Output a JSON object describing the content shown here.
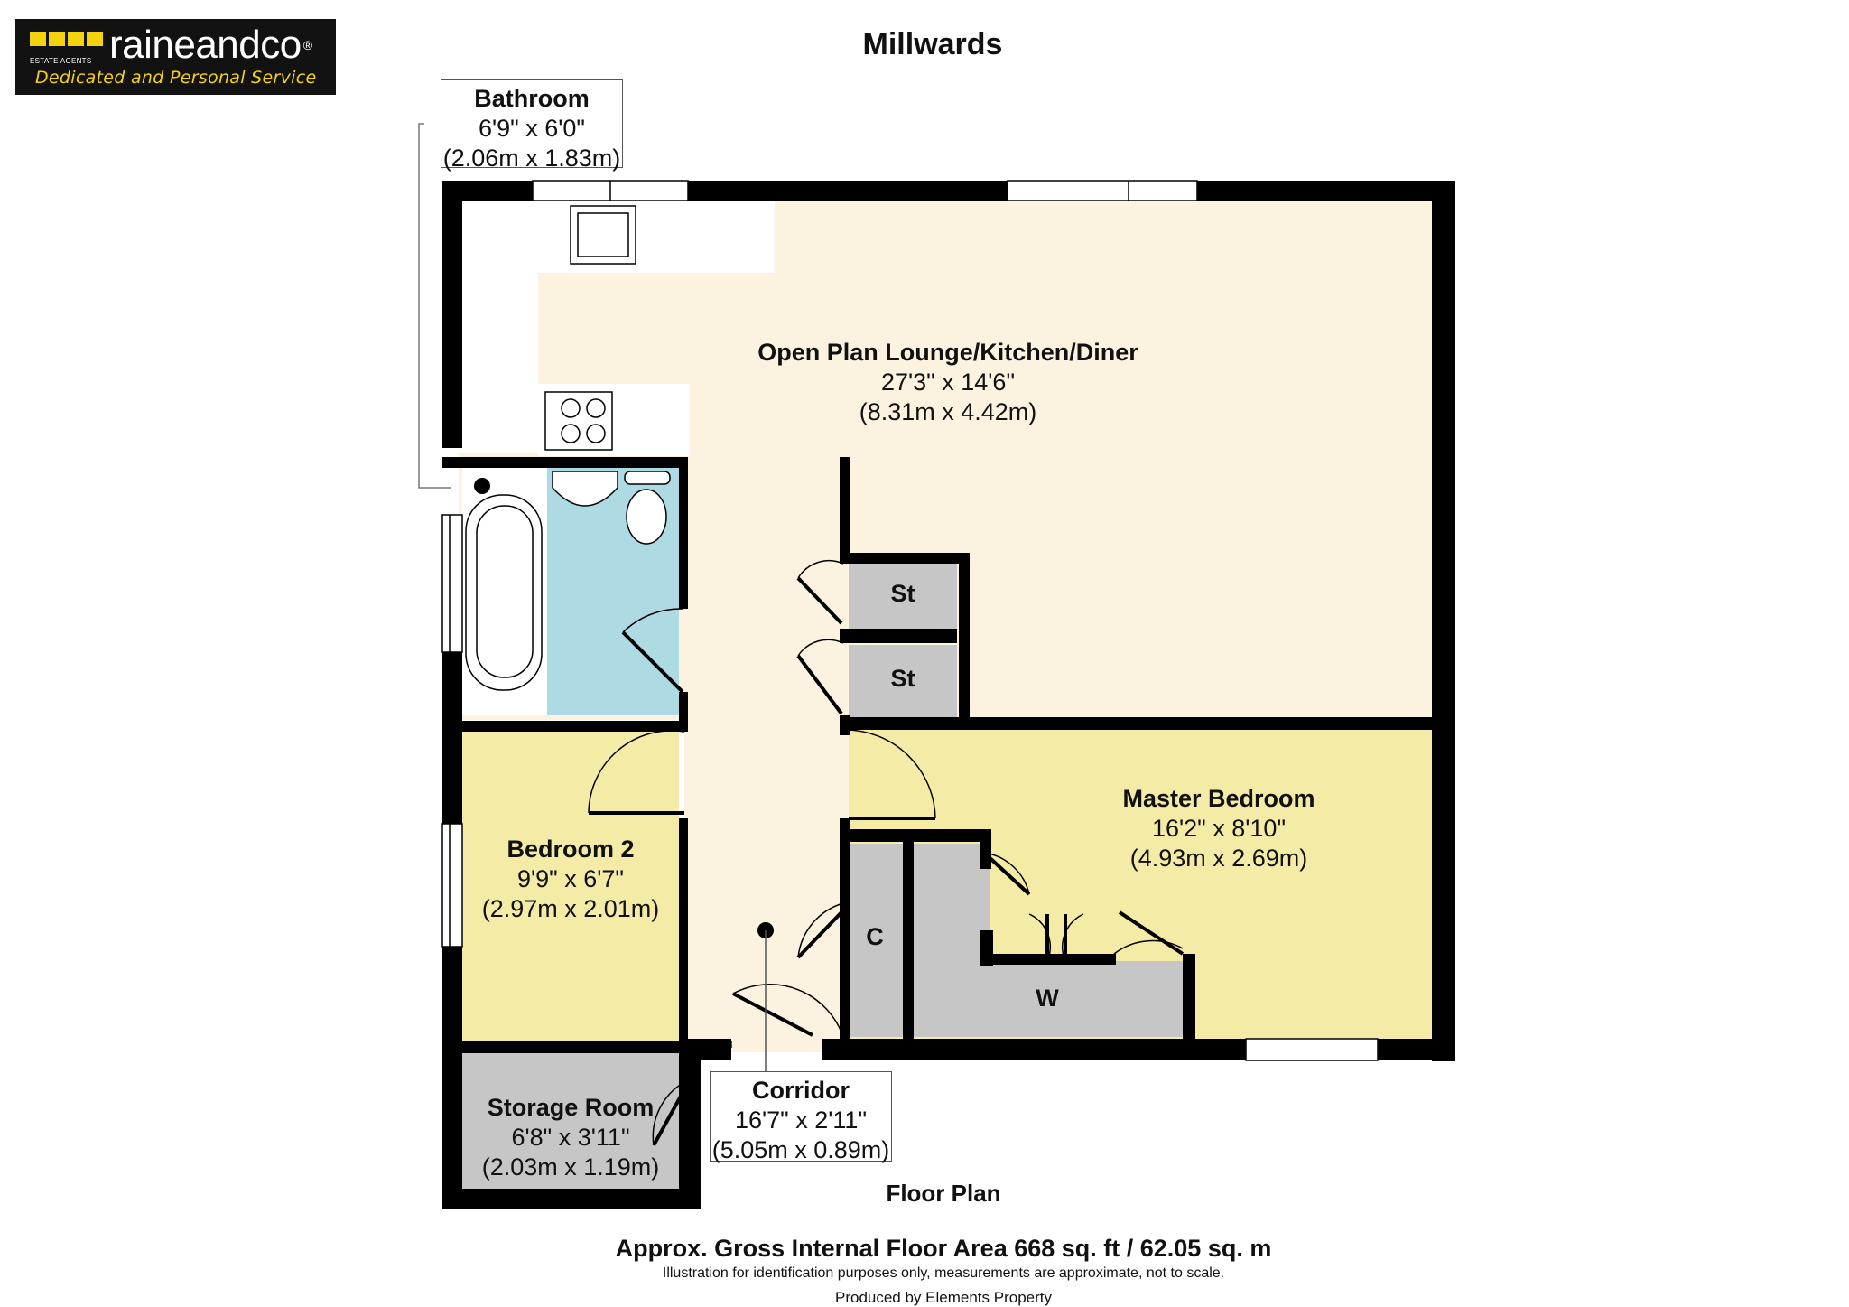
{
  "brand": {
    "name": "raineandco",
    "registered_mark": "®",
    "small_caption": "ESTATE AGENTS",
    "tagline": "Dedicated and Personal Service",
    "accent_color": "#f4d20c",
    "background_color": "#121212"
  },
  "title": "Millwards",
  "plan_label": "Floor Plan",
  "footer": {
    "area": "Approx. Gross Internal Floor Area 668 sq. ft / 62.05 sq. m",
    "disclaimer": "Illustration for identification purposes only, measurements are approximate, not to scale.",
    "producer": "Produced by Elements Property"
  },
  "rooms": {
    "bathroom": {
      "name": "Bathroom",
      "imperial": "6'9\" x 6'0\"",
      "metric": "(2.06m x 1.83m)",
      "color": "#aedbe3"
    },
    "lounge": {
      "name": "Open Plan Lounge/Kitchen/Diner",
      "imperial": "27'3\" x 14'6\"",
      "metric": "(8.31m x 4.42m)",
      "color": "#fbf3e0"
    },
    "master_bedroom": {
      "name": "Master Bedroom",
      "imperial": "16'2\" x 8'10\"",
      "metric": "(4.93m x 2.69m)",
      "color": "#f4eca6"
    },
    "bedroom2": {
      "name": "Bedroom 2",
      "imperial": "9'9\" x 6'7\"",
      "metric": "(2.97m x 2.01m)",
      "color": "#f4eca6"
    },
    "storage_room": {
      "name": "Storage Room",
      "imperial": "6'8\" x 3'11\"",
      "metric": "(2.03m x 1.19m)",
      "color": "#c6c6c6"
    },
    "corridor": {
      "name": "Corridor",
      "imperial": "16'7\" x 2'11\"",
      "metric": "(5.05m x 0.89m)",
      "color": "#fbf3e0"
    }
  },
  "cupboards": {
    "store1": "St",
    "store2": "St",
    "cupboard": "C",
    "wardrobe": "W",
    "color": "#c6c6c6"
  },
  "wall_color": "#000000"
}
